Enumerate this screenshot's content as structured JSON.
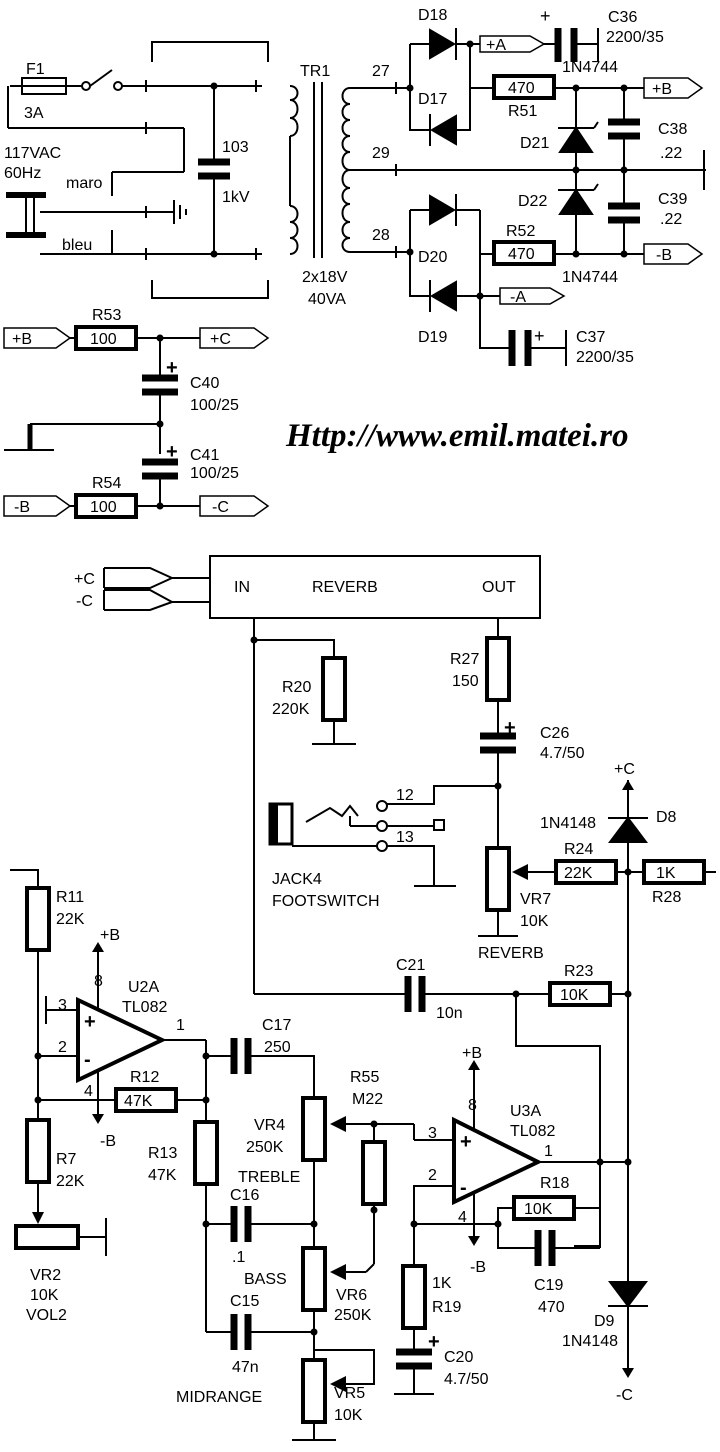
{
  "url": "Http://www.emil.matei.ro",
  "psu": {
    "fuse": {
      "ref": "F1",
      "rating": "3A"
    },
    "mains": {
      "voltage": "117VAC",
      "freq": "60Hz",
      "wire1": "maro",
      "wire2": "bleu"
    },
    "filter_cap": {
      "ref": "103",
      "rating": "1kV"
    },
    "transformer": {
      "ref": "TR1",
      "rating1": "2x18V",
      "rating2": "40VA",
      "pins": [
        "27",
        "29",
        "28"
      ]
    },
    "diodes": [
      "D18",
      "D17",
      "D20",
      "D19"
    ],
    "zeners": [
      {
        "ref": "D21",
        "part": "1N4744"
      },
      {
        "ref": "D22",
        "part": "1N4744"
      }
    ],
    "caps": [
      {
        "ref": "C36",
        "value": "2200/35"
      },
      {
        "ref": "C37",
        "value": "2200/35"
      },
      {
        "ref": "C38",
        "value": ".22"
      },
      {
        "ref": "C39",
        "value": ".22"
      }
    ],
    "resistors": [
      {
        "ref": "R51",
        "value": "470"
      },
      {
        "ref": "R52",
        "value": "470"
      }
    ],
    "rails": [
      "+A",
      "+B",
      "-B",
      "-A"
    ]
  },
  "decoupling": {
    "r53": {
      "ref": "R53",
      "value": "100"
    },
    "r54": {
      "ref": "R54",
      "value": "100"
    },
    "c40": {
      "ref": "C40",
      "value": "100/25"
    },
    "c41": {
      "ref": "C41",
      "value": "100/25"
    },
    "tags": [
      "+B",
      "+C",
      "-B",
      "-C"
    ]
  },
  "reverb": {
    "block": {
      "in": "IN",
      "name": "REVERB",
      "out": "OUT"
    },
    "supply": [
      "+C",
      "-C"
    ],
    "r20": {
      "ref": "R20",
      "value": "220K"
    },
    "r27": {
      "ref": "R27",
      "value": "150"
    },
    "c26": {
      "ref": "C26",
      "value": "4.7/50"
    },
    "jack": {
      "ref": "JACK4",
      "name": "FOOTSWITCH",
      "pins": [
        "12",
        "13"
      ]
    },
    "d8": {
      "ref": "D8",
      "part": "1N4148",
      "rail": "+C"
    },
    "r24": {
      "ref": "R24",
      "value": "22K"
    },
    "r28": {
      "ref": "R28",
      "value": "1K"
    },
    "vr7": {
      "ref": "VR7",
      "value": "10K",
      "name": "REVERB"
    },
    "c21": {
      "ref": "C21",
      "value": "10n"
    },
    "r23": {
      "ref": "R23",
      "value": "10K"
    }
  },
  "preamp": {
    "u2a": {
      "ref": "U2A",
      "part": "TL082",
      "rail_pos": "+B",
      "rail_neg": "-B",
      "pins": [
        "8",
        "3",
        "2",
        "1",
        "4"
      ]
    },
    "r11": {
      "ref": "R11",
      "value": "22K"
    },
    "r12": {
      "ref": "R12",
      "value": "47K"
    },
    "r13": {
      "ref": "R13",
      "value": "47K"
    },
    "r7": {
      "ref": "R7",
      "value": "22K"
    },
    "vr2": {
      "ref": "VR2",
      "value": "10K",
      "name": "VOL2"
    },
    "c17": {
      "ref": "C17",
      "value": "250"
    },
    "vr4": {
      "ref": "VR4",
      "value": "250K",
      "name": "TREBLE"
    },
    "r55": {
      "ref": "R55",
      "value": "M22"
    },
    "c16": {
      "ref": "C16",
      "value": ".1"
    },
    "vr6": {
      "ref": "VR6",
      "value": "250K",
      "name": "BASS"
    },
    "c15": {
      "ref": "C15",
      "value": "47n"
    },
    "vr5": {
      "ref": "VR5",
      "value": "10K",
      "name": "MIDRANGE"
    },
    "u3a": {
      "ref": "U3A",
      "part": "TL082",
      "rail_pos": "+B",
      "rail_neg": "-B",
      "pins": [
        "8",
        "3",
        "2",
        "1",
        "4"
      ]
    },
    "r18": {
      "ref": "R18",
      "value": "10K"
    },
    "c19": {
      "ref": "C19",
      "value": "470"
    },
    "r19": {
      "ref": "R19",
      "value": "1K"
    },
    "c20": {
      "ref": "C20",
      "value": "4.7/50"
    },
    "d9": {
      "ref": "D9",
      "part": "1N4148",
      "rail": "-C"
    }
  }
}
